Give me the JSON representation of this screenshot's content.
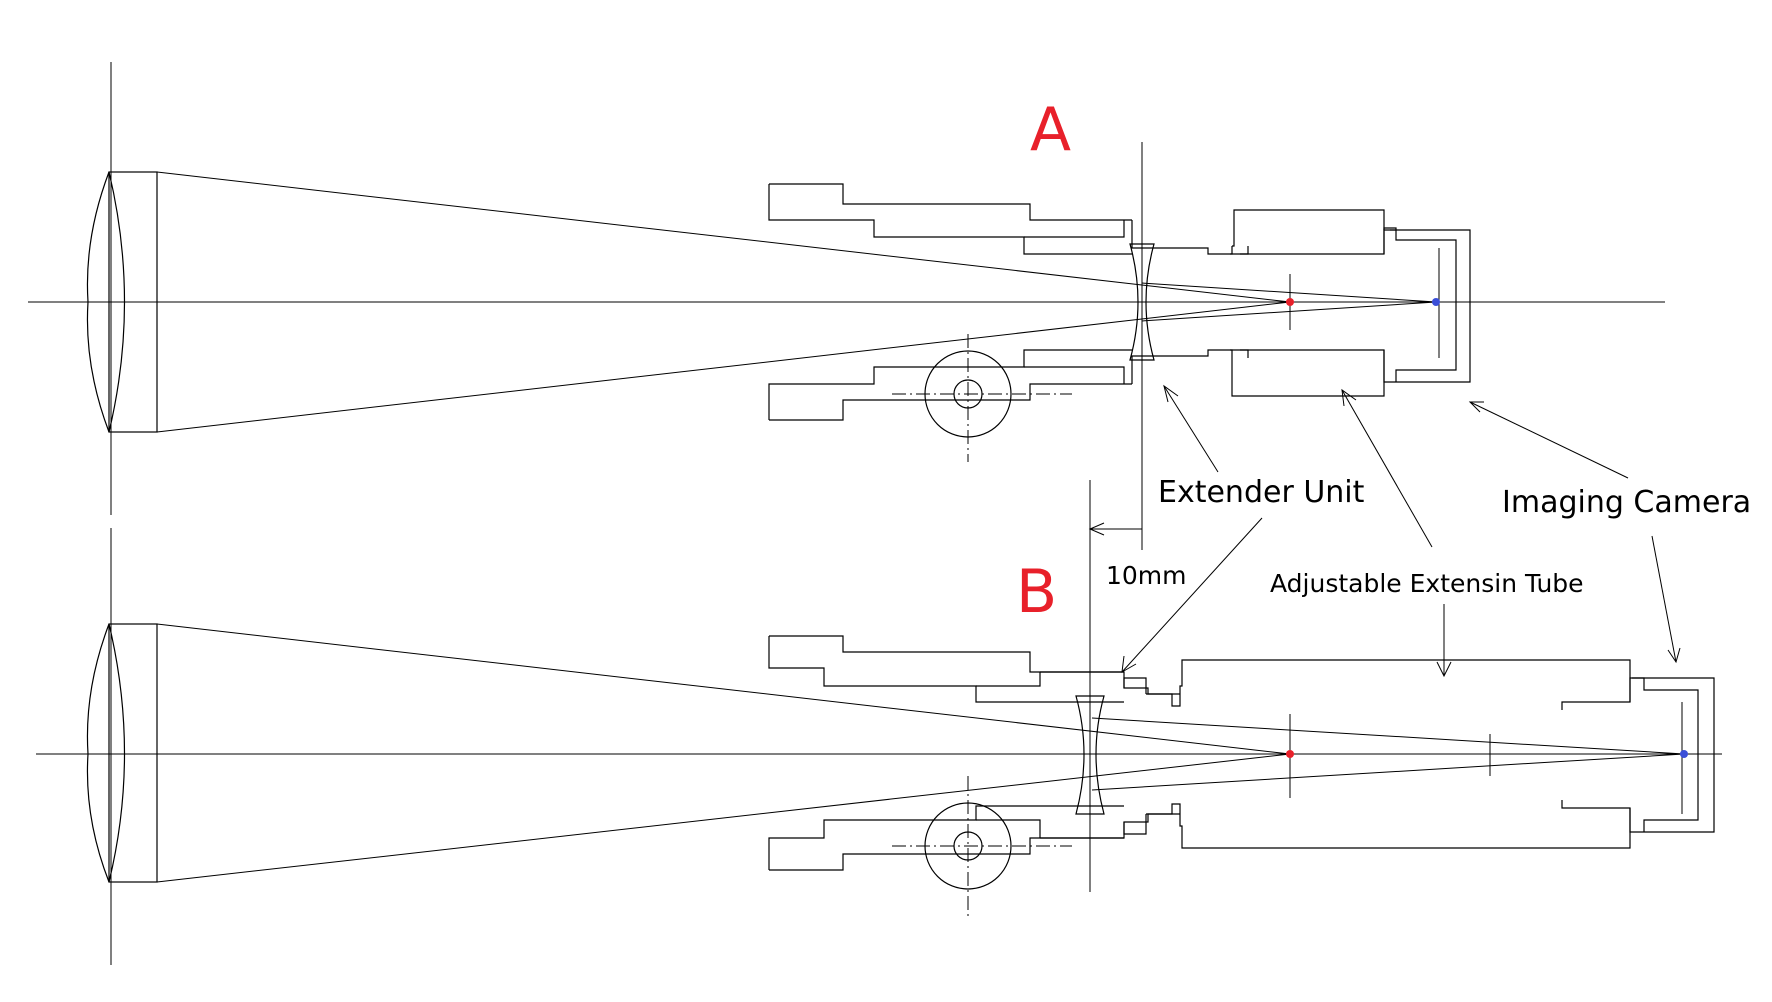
{
  "labels": {
    "config_a": "A",
    "config_b": "B",
    "extender_unit": "Extender Unit",
    "imaging_camera": "Imaging Camera",
    "adjustable_tube": "Adjustable Extensin Tube",
    "offset": "10mm"
  },
  "colors": {
    "config_label": "#e8202a",
    "focus_point": "#e8202a",
    "camera_point": "#3b4fd8",
    "line": "#000000"
  }
}
